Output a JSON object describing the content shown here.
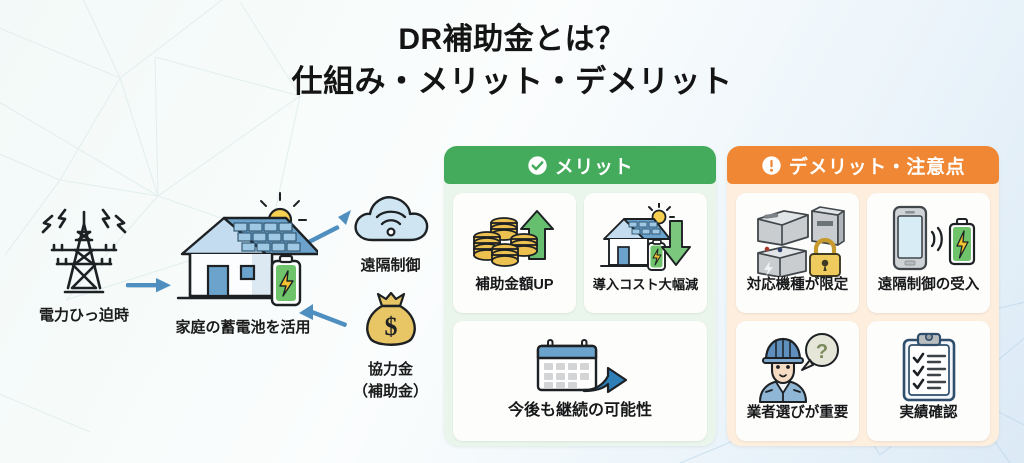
{
  "title": {
    "line1": "DR補助金とは？",
    "line2": "仕組み・メリット・デメリット"
  },
  "colors": {
    "merit_header": "#45ab5c",
    "merit_panel": "#eaf6ec",
    "demerit_header": "#ef8734",
    "demerit_panel": "#fdeede",
    "card_bg": "#fdfdfb",
    "arrow_blue": "#4e8fc0",
    "battery_green": "#6fc36a",
    "coin_gold": "#e8b945",
    "text_dark": "#17181a",
    "background_top": "#f4faf9",
    "background_right": "#dceaf6"
  },
  "flow": {
    "nodes": [
      {
        "id": "tower",
        "icon": "power-pylon-icon",
        "label": "電力ひっ迫時"
      },
      {
        "id": "house",
        "icon": "house-solar-battery-icon",
        "label": "家庭の蓄電池を活用"
      },
      {
        "id": "cloud",
        "icon": "cloud-wifi-icon",
        "label": "遠隔制御"
      },
      {
        "id": "money",
        "icon": "money-bag-icon",
        "label_line1": "協力金",
        "label_line2": "（補助金）"
      }
    ],
    "arrows": [
      {
        "id": "tower-to-house",
        "direction": "right"
      },
      {
        "id": "house-to-cloud",
        "direction": "up-right"
      },
      {
        "id": "money-to-house",
        "direction": "left"
      }
    ]
  },
  "panels": {
    "merit": {
      "header_label": "メリット",
      "header_icon": "check-circle-icon",
      "cards": [
        {
          "id": "subsidy-up",
          "icon": "coins-up-arrow-icon",
          "label": "補助金額UP"
        },
        {
          "id": "cost-down",
          "icon": "house-down-arrow-icon",
          "label": "導入コスト大幅減"
        },
        {
          "id": "continuation",
          "icon": "calendar-arrow-icon",
          "label": "今後も継続の可能性"
        }
      ]
    },
    "demerit": {
      "header_label": "デメリット・注意点",
      "header_icon": "exclamation-circle-icon",
      "cards": [
        {
          "id": "limited-models",
          "icon": "batteries-lock-icon",
          "label": "対応機種が限定"
        },
        {
          "id": "remote-control",
          "icon": "smartphone-battery-icon",
          "label": "遠隔制御の受入"
        },
        {
          "id": "installer-choice",
          "icon": "worker-question-icon",
          "label": "業者選びが重要"
        },
        {
          "id": "track-record",
          "icon": "clipboard-check-icon",
          "label": "実績確認"
        }
      ]
    }
  }
}
